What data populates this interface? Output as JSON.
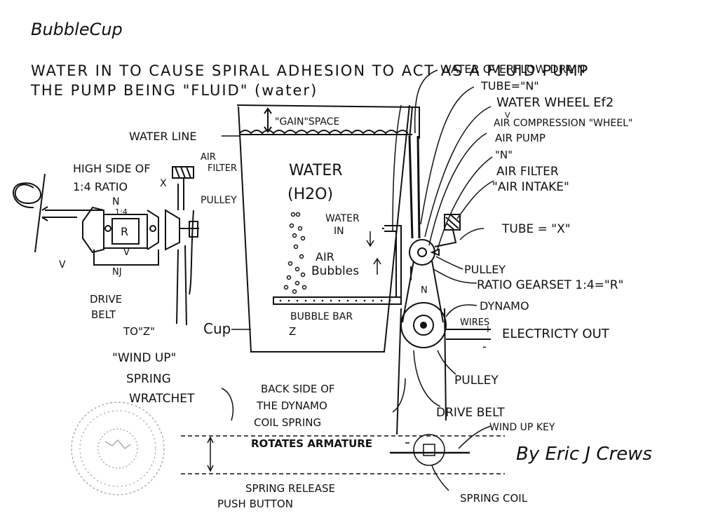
{
  "title": "BubbleCup",
  "subtitle_line1": "WATER IN TO CAUSE SPIRAL ADHESION TO ACT AS A FLUID PUMP",
  "subtitle_line2": "THE PUMP BEING \"FLUID\" (water)",
  "left_labels": {
    "high_side_line1": "HIGH SIDE OF",
    "high_side_line2": "1:4 RATIO",
    "air_filter_line1": "AIR",
    "air_filter_line2": "FILTER",
    "x_mark": "X",
    "pulley": "PULLEY",
    "n_mark": "N",
    "ratio": "1:4",
    "r_box": "R",
    "v_inner": "V",
    "n_lower": "NJ",
    "v_outer": "V",
    "drive_belt_line1": "DRIVE",
    "drive_belt_line2": "BELT",
    "to_z": "TO\"Z\"",
    "wind_up_line1": "\"WIND UP\"",
    "wind_up_line2": "SPRING",
    "wind_up_line3": "WRATCHET"
  },
  "cup_labels": {
    "gain_space": "\"GAIN\"SPACE",
    "water_line": "WATER LINE",
    "water_line1": "WATER",
    "water_line2": "(H2O)",
    "water_in_line1": "WATER",
    "water_in_line2": "IN",
    "air_line1": "AIR",
    "air_line2": "Bubbles",
    "bubble_bar": "BUBBLE BAR",
    "z_mark": "Z",
    "cup": "Cup"
  },
  "right_labels": {
    "overflow_drain": "WATER OVERFLOW DRAIN",
    "tube_n": "TUBE=\"N\"",
    "water_wheel": "WATER WHEEL Ef2",
    "v_mark": "V",
    "air_compression": "AIR COMPRESSION \"WHEEL\"",
    "air_pump": "AIR PUMP",
    "n_mark": "\"N\"",
    "air_filter": "AIR FILTER",
    "air_intake": "\"AIR INTAKE\"",
    "tube_x": "TUBE = \"X\"",
    "pulley_top": "PULLEY",
    "ratio_gearset": "RATIO GEARSET 1:4=\"R\"",
    "n_small": "N",
    "dynamo": "DYNAMO",
    "wires": "WIRES",
    "plus": "+",
    "minus": "-",
    "electricity_out": "ELECTRICTY OUT",
    "pulley_bottom": "PULLEY",
    "drive_belt": "DRIVE BELT"
  },
  "bottom_labels": {
    "back_side_line1": "BACK SIDE OF",
    "back_side_line2": "THE DYNAMO",
    "back_side_line3": "COIL SPRING",
    "rotates_armature": "ROTATES ARMATURE",
    "wind_up_key": "WIND UP KEY",
    "spring_release_line1": "SPRING RELEASE",
    "spring_release_line2": "PUSH BUTTON",
    "spring_coil": "SPRING COIL",
    "signature": "By Eric J Crews"
  },
  "colors": {
    "ink": "#111111",
    "paper": "#ffffff",
    "seal": "#9a9a9a"
  }
}
